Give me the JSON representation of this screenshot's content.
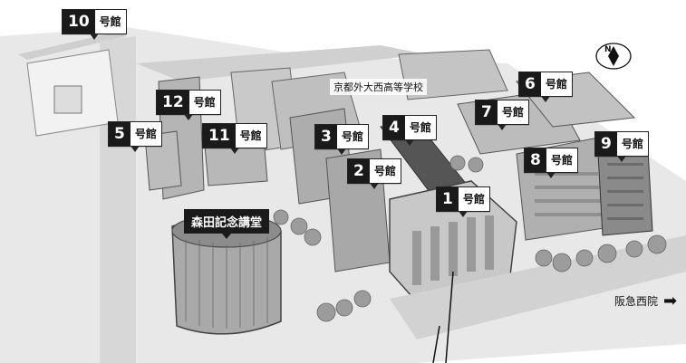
{
  "building_suffix": "号館",
  "buildings": [
    {
      "id": "10",
      "label": "号館"
    },
    {
      "id": "12",
      "label": "号館"
    },
    {
      "id": "5",
      "label": "号館"
    },
    {
      "id": "11",
      "label": "号館"
    },
    {
      "id": "3",
      "label": "号館"
    },
    {
      "id": "4",
      "label": "号館"
    },
    {
      "id": "2",
      "label": "号館"
    },
    {
      "id": "1",
      "label": "号館"
    },
    {
      "id": "6",
      "label": "号館"
    },
    {
      "id": "7",
      "label": "号館"
    },
    {
      "id": "8",
      "label": "号館"
    },
    {
      "id": "9",
      "label": "号館"
    }
  ],
  "labels": {
    "memorial_hall": "森田記念講堂",
    "high_school": "京都外大西高等学校",
    "station": "阪急西院",
    "compass_north": "N"
  },
  "colors": {
    "label_fill": "#1a1a1a",
    "label_text": "#ffffff",
    "map_gray": "#bdbdbd"
  }
}
